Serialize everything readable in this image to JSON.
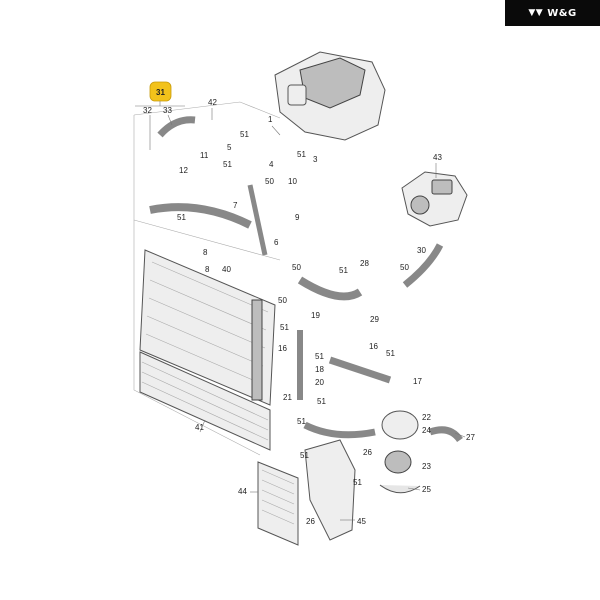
{
  "brand": {
    "logo_icon": "vw-logo-icon",
    "text": "W&G"
  },
  "highlight": {
    "label": "31",
    "color": "#f2c21b"
  },
  "labels": {
    "p32": "32",
    "p33": "33",
    "p42": "42",
    "p1": "1",
    "p3": "3",
    "p5": "5",
    "p51a": "51",
    "p51b": "51",
    "p51c": "51",
    "p11": "11",
    "p12": "12",
    "p4": "4",
    "p50a": "50",
    "p10": "10",
    "p9": "9",
    "p7": "7",
    "p6": "6",
    "p43": "43",
    "p30": "30",
    "p28": "28",
    "p51d": "51",
    "p50b": "50",
    "p51e": "51",
    "p29": "29",
    "p8a": "8",
    "p8b": "8",
    "p40": "40",
    "p50c": "50",
    "p19": "19",
    "p51f": "51",
    "p16": "16",
    "p16b": "16",
    "p51g": "51",
    "p51h": "51",
    "p18": "18",
    "p20": "20",
    "p17": "17",
    "p21": "21",
    "p51i": "51",
    "p41": "41",
    "p51j": "51",
    "p22": "22",
    "p24": "24",
    "p27": "27",
    "p26": "26",
    "p23": "23",
    "p25": "25",
    "p44": "44",
    "p51k": "51",
    "p45": "45",
    "p51l": "51"
  }
}
